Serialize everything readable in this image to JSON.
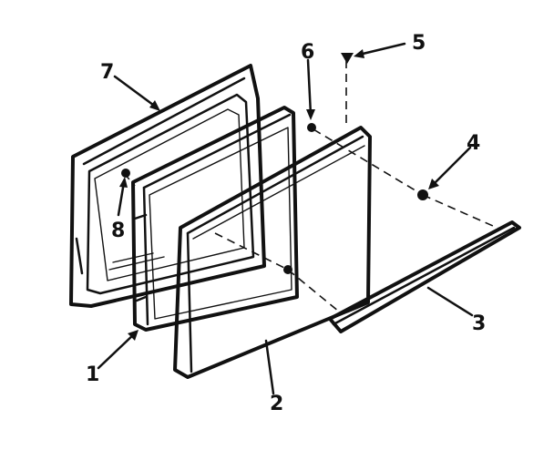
{
  "diagram": {
    "parts": [
      {
        "key": "inner_door_panel",
        "callout": "1"
      },
      {
        "key": "outer_door_panel",
        "callout": "2"
      },
      {
        "key": "door_handle_trim",
        "callout": "3"
      },
      {
        "key": "screw_center",
        "callout": "4"
      },
      {
        "key": "screw_top",
        "callout": "5"
      },
      {
        "key": "screw_upper",
        "callout": "6"
      },
      {
        "key": "door_liner",
        "callout": "7"
      },
      {
        "key": "liner_screw",
        "callout": "8"
      }
    ],
    "colors": {
      "ink": "#111111",
      "background": "#ffffff"
    }
  }
}
